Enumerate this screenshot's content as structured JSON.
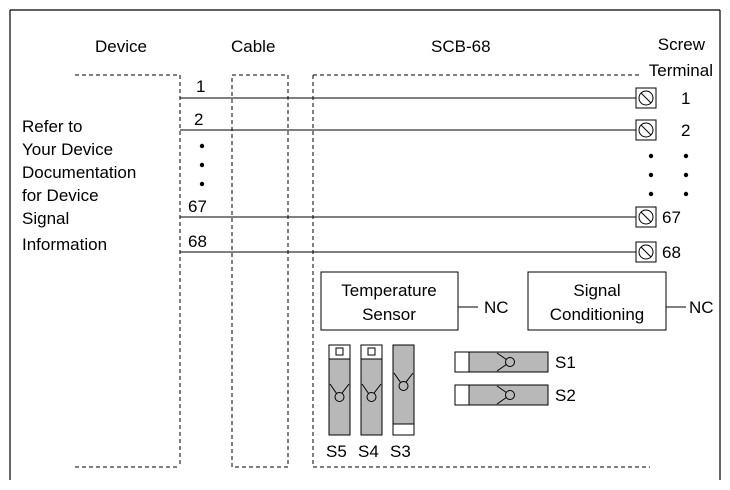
{
  "headers": {
    "device": "Device",
    "cable": "Cable",
    "scb": "SCB-68",
    "screw_line1": "Screw",
    "screw_line2": "Terminal"
  },
  "device_note": [
    "Refer to",
    "Your Device",
    "Documentation",
    "for Device",
    "Signal",
    "Information"
  ],
  "signal_lines": [
    {
      "pin": "1",
      "terminal": "1"
    },
    {
      "pin": "2",
      "terminal": "2"
    },
    {
      "pin": "67",
      "terminal": "67"
    },
    {
      "pin": "68",
      "terminal": "68"
    }
  ],
  "temperature_sensor": {
    "line1": "Temperature",
    "line2": "Sensor",
    "nc": "NC"
  },
  "signal_conditioning": {
    "line1": "Signal",
    "line2": "Conditioning",
    "nc": "NC"
  },
  "switches": {
    "s1": "S1",
    "s2": "S2",
    "s3": "S3",
    "s4": "S4",
    "s5": "S5"
  },
  "colors": {
    "switch_fill": "#b8b8b8",
    "line": "#000000"
  }
}
